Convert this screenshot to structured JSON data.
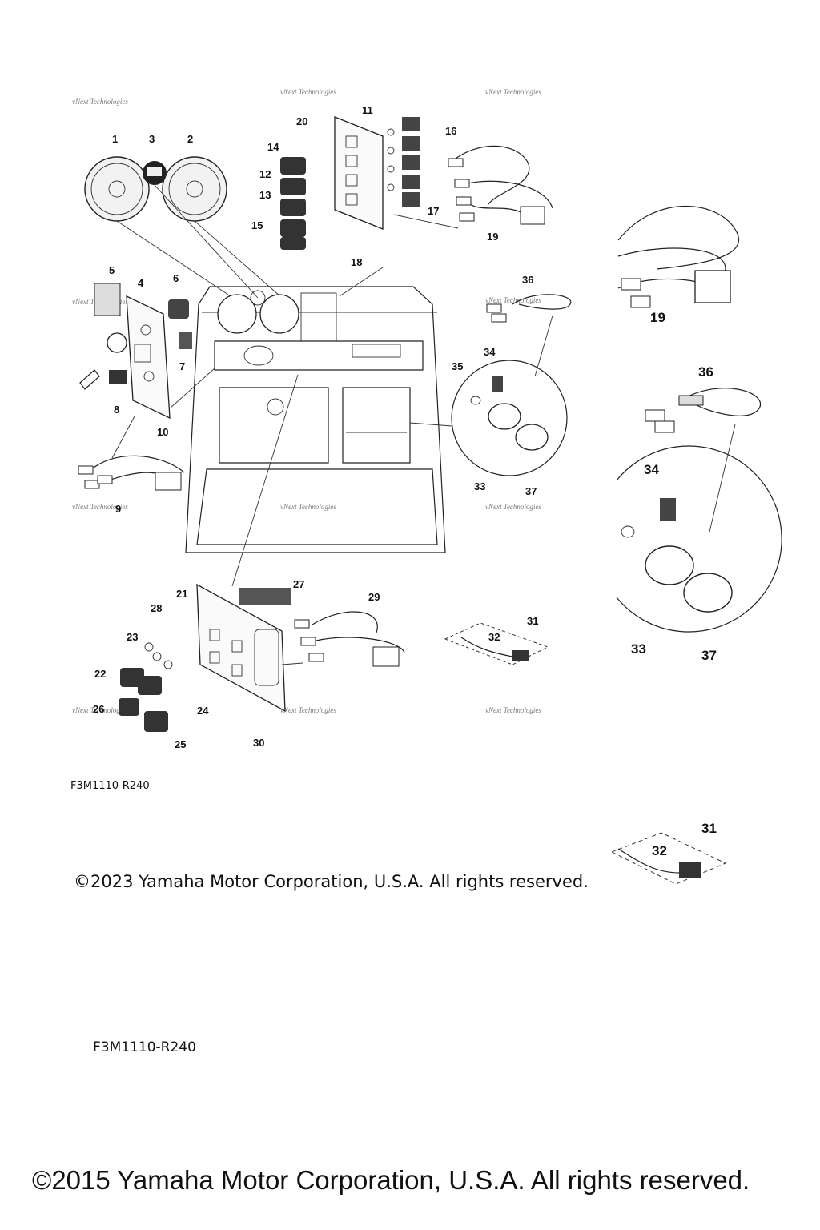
{
  "drawing_code": "F3M1110-R240",
  "drawing_code_repeat": "F3M1110-R240",
  "copyright_2023": "©2023 Yamaha Motor Corporation, U.S.A. All rights reserved.",
  "copyright_2015": "©2015 Yamaha Motor Corporation, U.S.A. All rights reserved.",
  "watermark_text": "vNext Technologies",
  "callouts": [
    "1",
    "2",
    "3",
    "4",
    "5",
    "6",
    "7",
    "8",
    "9",
    "10",
    "11",
    "12",
    "13",
    "14",
    "15",
    "16",
    "17",
    "18",
    "19",
    "20",
    "21",
    "22",
    "23",
    "24",
    "25",
    "26",
    "27",
    "28",
    "29",
    "30",
    "31",
    "32",
    "33",
    "34",
    "35",
    "36",
    "37"
  ],
  "enlarged_callouts": [
    "19",
    "36",
    "34",
    "33",
    "37",
    "31",
    "32"
  ]
}
